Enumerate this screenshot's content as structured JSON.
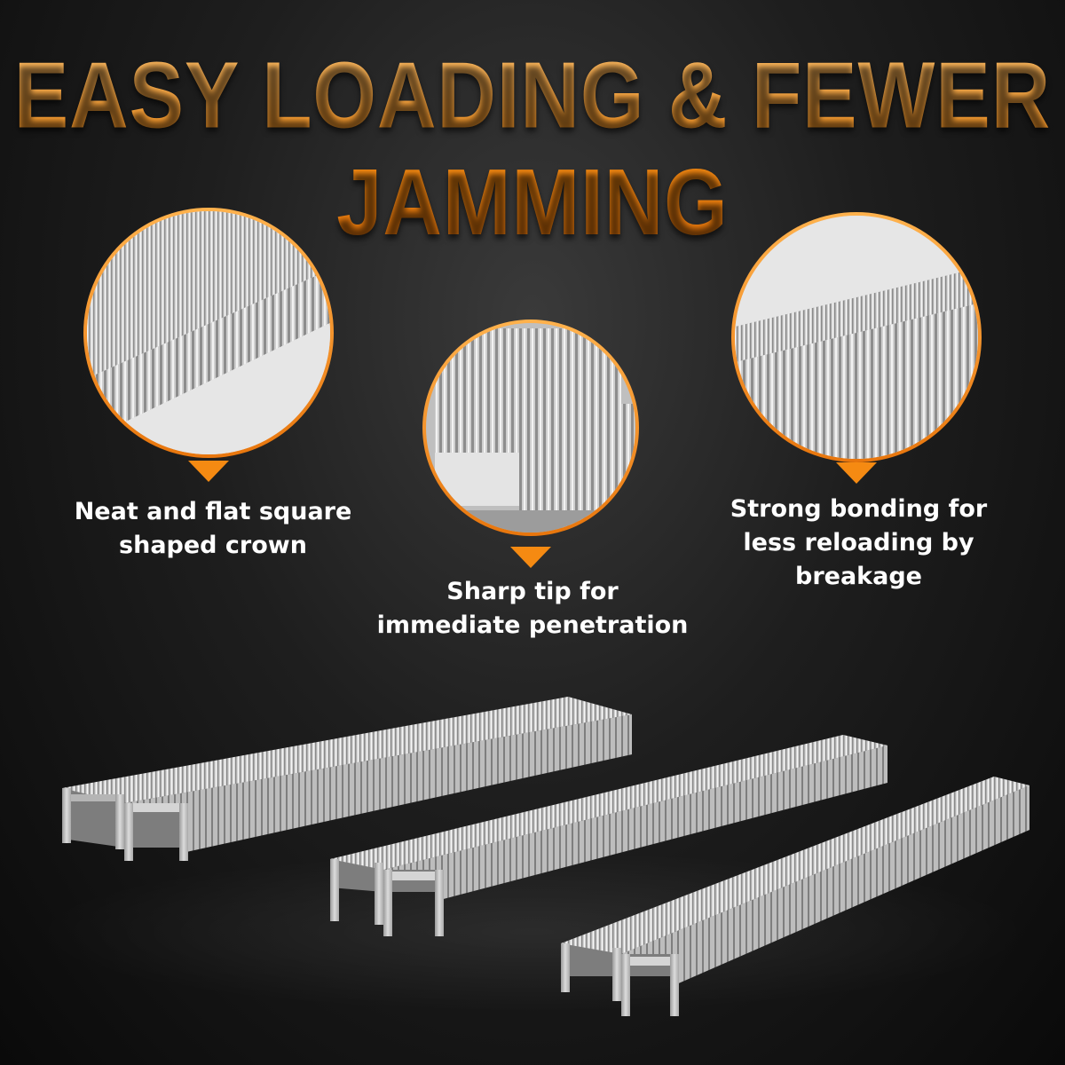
{
  "headline": "EASY LOADING & FEWER JAMMING",
  "features": [
    {
      "caption": "Neat and flat square\nshaped crown"
    },
    {
      "caption": "Sharp tip for\nimmediate penetration"
    },
    {
      "caption": "Strong bonding for\nless reloading by\nbreakage"
    }
  ],
  "colors": {
    "accent": "#f58a12",
    "background": "#141414",
    "text": "#ffffff",
    "metal": "#c8c8c8"
  }
}
